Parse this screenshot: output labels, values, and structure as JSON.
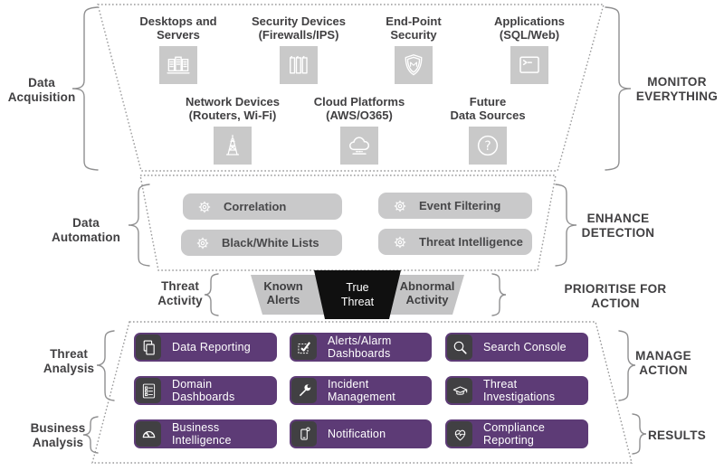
{
  "colors": {
    "purple": "#5d3b76",
    "icon_square_dark": "#414043",
    "tile_gray": "#c9c9c9",
    "pill_gray": "#c9c9ca",
    "band_gray": "#c4c4c5",
    "true_threat_black": "#101010",
    "text_dark": "#414042",
    "dotted_outline": "#9a9a9b"
  },
  "acquisition": {
    "section_label": "Data\nAcquisition",
    "brace_right_label": "MONITOR\nEVERYTHING",
    "items": [
      {
        "label": "Desktops and\nServers",
        "icon": "server-rack-icon"
      },
      {
        "label": "Security Devices\n(Firewalls/IPS)",
        "icon": "firewall-icon"
      },
      {
        "label": "End-Point\nSecurity",
        "icon": "shield-icon"
      },
      {
        "label": "Applications\n(SQL/Web)",
        "icon": "terminal-icon"
      },
      {
        "label": "Network Devices\n(Routers, Wi-Fi)",
        "icon": "radio-tower-icon"
      },
      {
        "label": "Cloud Platforms\n(AWS/O365)",
        "icon": "cloud-icon"
      },
      {
        "label": "Future\nData Sources",
        "icon": "question-mark-icon"
      }
    ]
  },
  "automation": {
    "section_label": "Data\nAutomation",
    "brace_right_label": "ENHANCE\nDETECTION",
    "pills": [
      {
        "label": "Correlation",
        "icon": "gear-icon"
      },
      {
        "label": "Black/White Lists",
        "icon": "gear-icon"
      },
      {
        "label": "Event Filtering",
        "icon": "gear-icon"
      },
      {
        "label": "Threat Intelligence",
        "icon": "gear-icon"
      }
    ]
  },
  "threat_activity": {
    "section_label": "Threat\nActivity",
    "brace_right_label": "PRIORITISE FOR\nACTION",
    "segments": [
      {
        "label": "Known\nAlerts"
      },
      {
        "label": "True\nThreat"
      },
      {
        "label": "Abnormal\nActivity"
      }
    ]
  },
  "analysis": {
    "threat_section_label": "Threat\nAnalysis",
    "business_section_label": "Business\nAnalysis",
    "manage_brace_label": "MANAGE\nACTION",
    "results_brace_label": "RESULTS",
    "boxes": [
      {
        "label": "Data Reporting",
        "icon": "copy-pages-icon"
      },
      {
        "label": "Alerts/Alarm\nDashboards",
        "icon": "checkbox-icon"
      },
      {
        "label": "Search Console",
        "icon": "magnifier-icon"
      },
      {
        "label": "Domain\nDashboards",
        "icon": "clipboard-list-icon"
      },
      {
        "label": "Incident\nManagement",
        "icon": "wrench-icon"
      },
      {
        "label": "Threat\nInvestigations",
        "icon": "graduation-cap-icon"
      },
      {
        "label": "Business\nIntelligence",
        "icon": "gauge-icon"
      },
      {
        "label": "Notification",
        "icon": "phone-icon"
      },
      {
        "label": "Compliance\nReporting",
        "icon": "heart-pulse-icon"
      }
    ]
  }
}
